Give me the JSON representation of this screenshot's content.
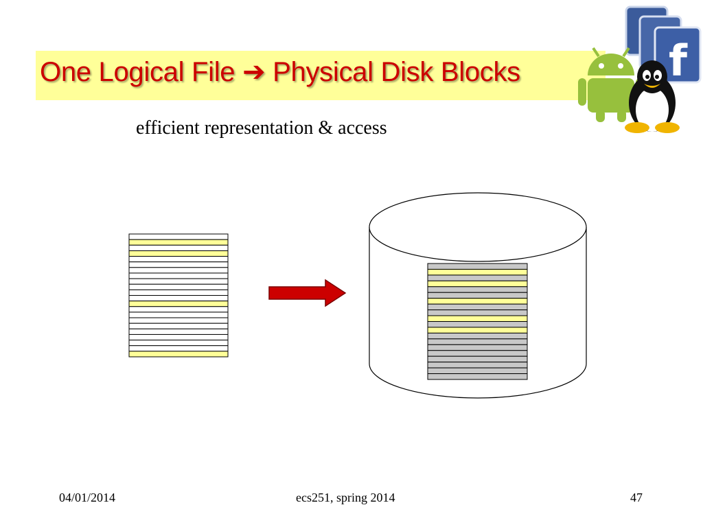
{
  "slide": {
    "title_left": "One Logical File",
    "title_arrow": "➔",
    "title_right": "Physical Disk Blocks",
    "subtitle": "efficient representation & access"
  },
  "logical_file": {
    "block_states": [
      "white",
      "yellow",
      "white",
      "yellow",
      "white",
      "white",
      "white",
      "white",
      "white",
      "white",
      "white",
      "white",
      "yellow",
      "white",
      "white",
      "white",
      "white",
      "white",
      "white",
      "white",
      "white",
      "yellow"
    ]
  },
  "disk": {
    "block_states": [
      "gray",
      "yellow",
      "gray",
      "yellow",
      "gray",
      "gray",
      "yellow",
      "gray",
      "gray",
      "yellow",
      "gray",
      "yellow",
      "gray",
      "gray",
      "gray",
      "gray",
      "gray",
      "gray",
      "gray",
      "gray"
    ]
  },
  "colors": {
    "title_text": "#cc0000",
    "title_background": "#ffff99",
    "block_used": "#ffff99",
    "block_free_file": "#ffffff",
    "block_disk": "#c8c8c8",
    "arrow": "#cc0000"
  },
  "icons": [
    "android-icon",
    "linux-tux-icon",
    "facebook-icon"
  ],
  "footer": {
    "date": "04/01/2014",
    "course": "ecs251, spring 2014",
    "page": "47"
  }
}
